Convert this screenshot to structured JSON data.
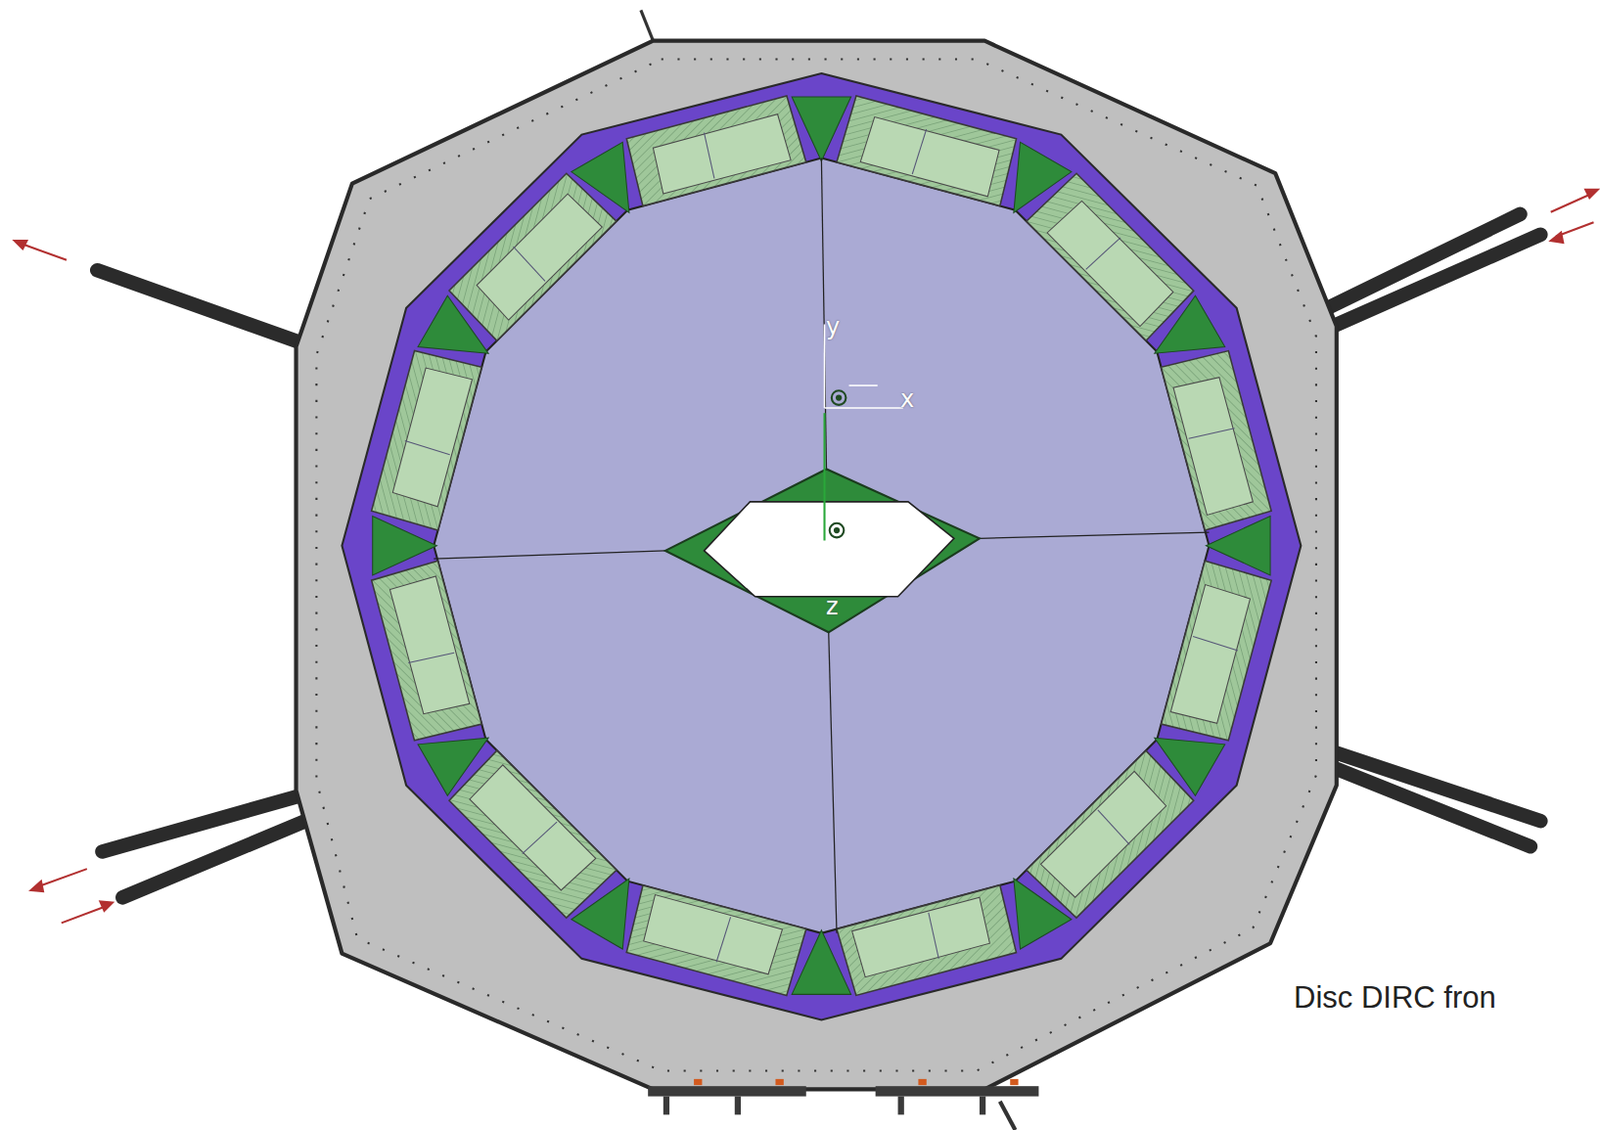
{
  "diagram": {
    "caption": "Disc DIRC fron",
    "labels": [
      "y",
      "x",
      "z"
    ]
  }
}
